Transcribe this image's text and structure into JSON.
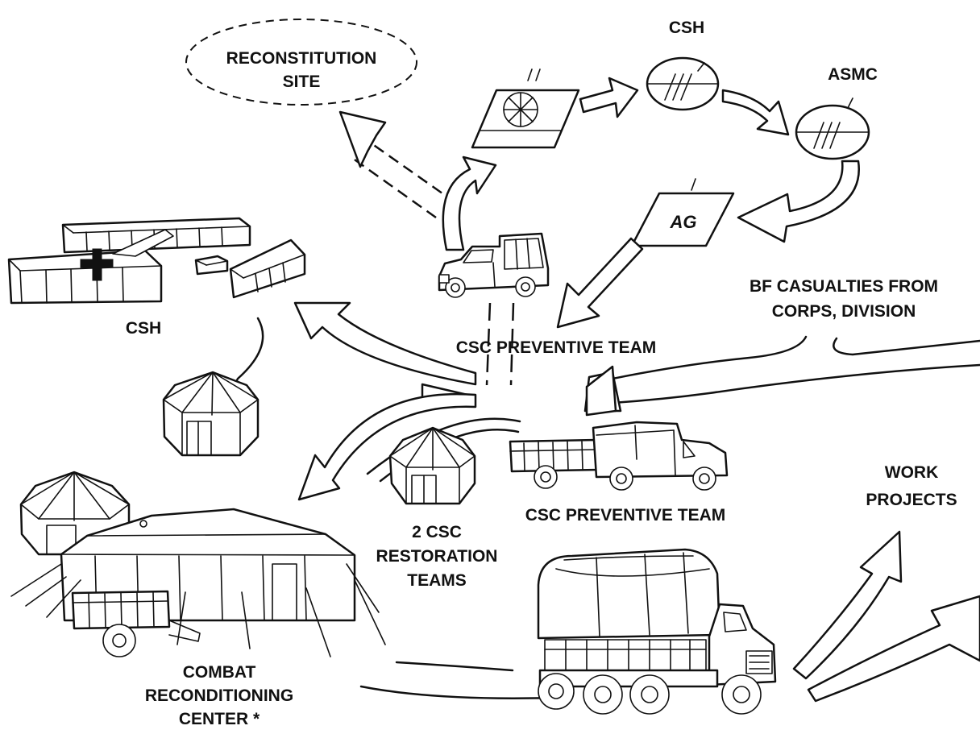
{
  "labels": {
    "reconstitution_site": [
      "RECONSTITUTION",
      "SITE"
    ],
    "csh_top": "CSH",
    "asmc": "ASMC",
    "ag": "AG",
    "csh_hospital": "CSH",
    "bf_casualties": [
      "BF CASUALTIES FROM",
      "CORPS, DIVISION"
    ],
    "preventive_team_upper": "CSC PREVENTIVE TEAM",
    "preventive_team_lower": "CSC PREVENTIVE TEAM",
    "work_projects": [
      "WORK",
      "PROJECTS"
    ],
    "restoration_teams": [
      "2 CSC",
      "RESTORATION",
      "TEAMS"
    ],
    "reconditioning_center": [
      "COMBAT",
      "RECONDITIONING",
      "CENTER *"
    ]
  },
  "colors": {
    "ink": "#111111",
    "paper": "#ffffff"
  }
}
